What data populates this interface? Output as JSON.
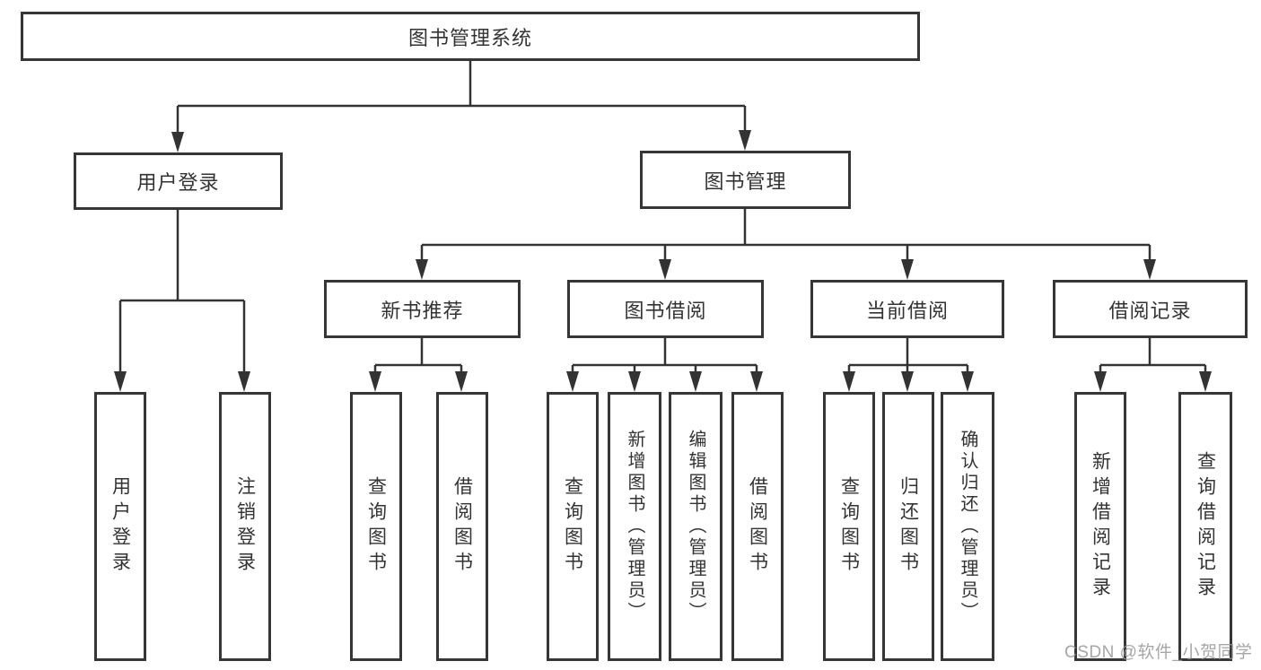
{
  "diagram": {
    "title": "图书管理系统",
    "root": {
      "label": "图书管理系统"
    },
    "level2": [
      {
        "label": "用户登录"
      },
      {
        "label": "图书管理"
      }
    ],
    "level3": [
      {
        "label": "新书推荐"
      },
      {
        "label": "图书借阅"
      },
      {
        "label": "当前借阅"
      },
      {
        "label": "借阅记录"
      }
    ],
    "leaves": [
      {
        "label": "用户登录",
        "parent": "用户登录"
      },
      {
        "label": "注销登录",
        "parent": "用户登录"
      },
      {
        "label": "查询图书",
        "parent": "新书推荐"
      },
      {
        "label": "借阅图书",
        "parent": "新书推荐"
      },
      {
        "label": "查询图书",
        "parent": "图书借阅"
      },
      {
        "label": "新增图书（管理员）",
        "parent": "图书借阅"
      },
      {
        "label": "编辑图书（管理员）",
        "parent": "图书借阅"
      },
      {
        "label": "借阅图书",
        "parent": "图书借阅"
      },
      {
        "label": "查询图书",
        "parent": "当前借阅"
      },
      {
        "label": "归还图书",
        "parent": "当前借阅"
      },
      {
        "label": "确认归还（管理员）",
        "parent": "当前借阅"
      },
      {
        "label": "新增借阅记录",
        "parent": "借阅记录"
      },
      {
        "label": "查询借阅记录",
        "parent": "借阅记录"
      }
    ]
  },
  "watermark": "CSDN @软件_小贺同学",
  "colors": {
    "line": "#333333",
    "box_border": "#363636",
    "text": "#333333",
    "watermark": "#969696",
    "background": "#ffffff"
  }
}
